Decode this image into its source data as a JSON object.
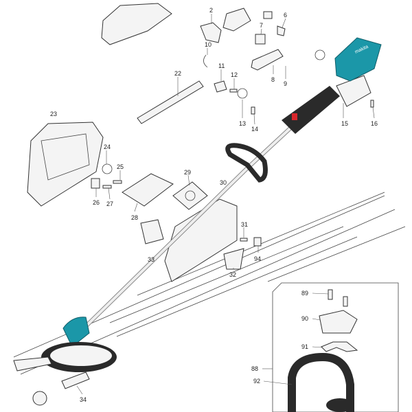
{
  "diagram": {
    "type": "exploded parts diagram",
    "colors": {
      "accent_teal": "#1b97a8",
      "grip_black": "#2a2a2a",
      "trigger_red": "#d8262c",
      "line": "#333333"
    },
    "brand_text": "makita",
    "part_labels": [
      "2",
      "6",
      "7",
      "8",
      "9",
      "10",
      "11",
      "12",
      "13",
      "14",
      "15",
      "16",
      "22",
      "23",
      "24",
      "25",
      "26",
      "27",
      "28",
      "29",
      "30",
      "31",
      "32",
      "33",
      "34",
      "88",
      "89",
      "90",
      "91",
      "92",
      "94"
    ]
  }
}
